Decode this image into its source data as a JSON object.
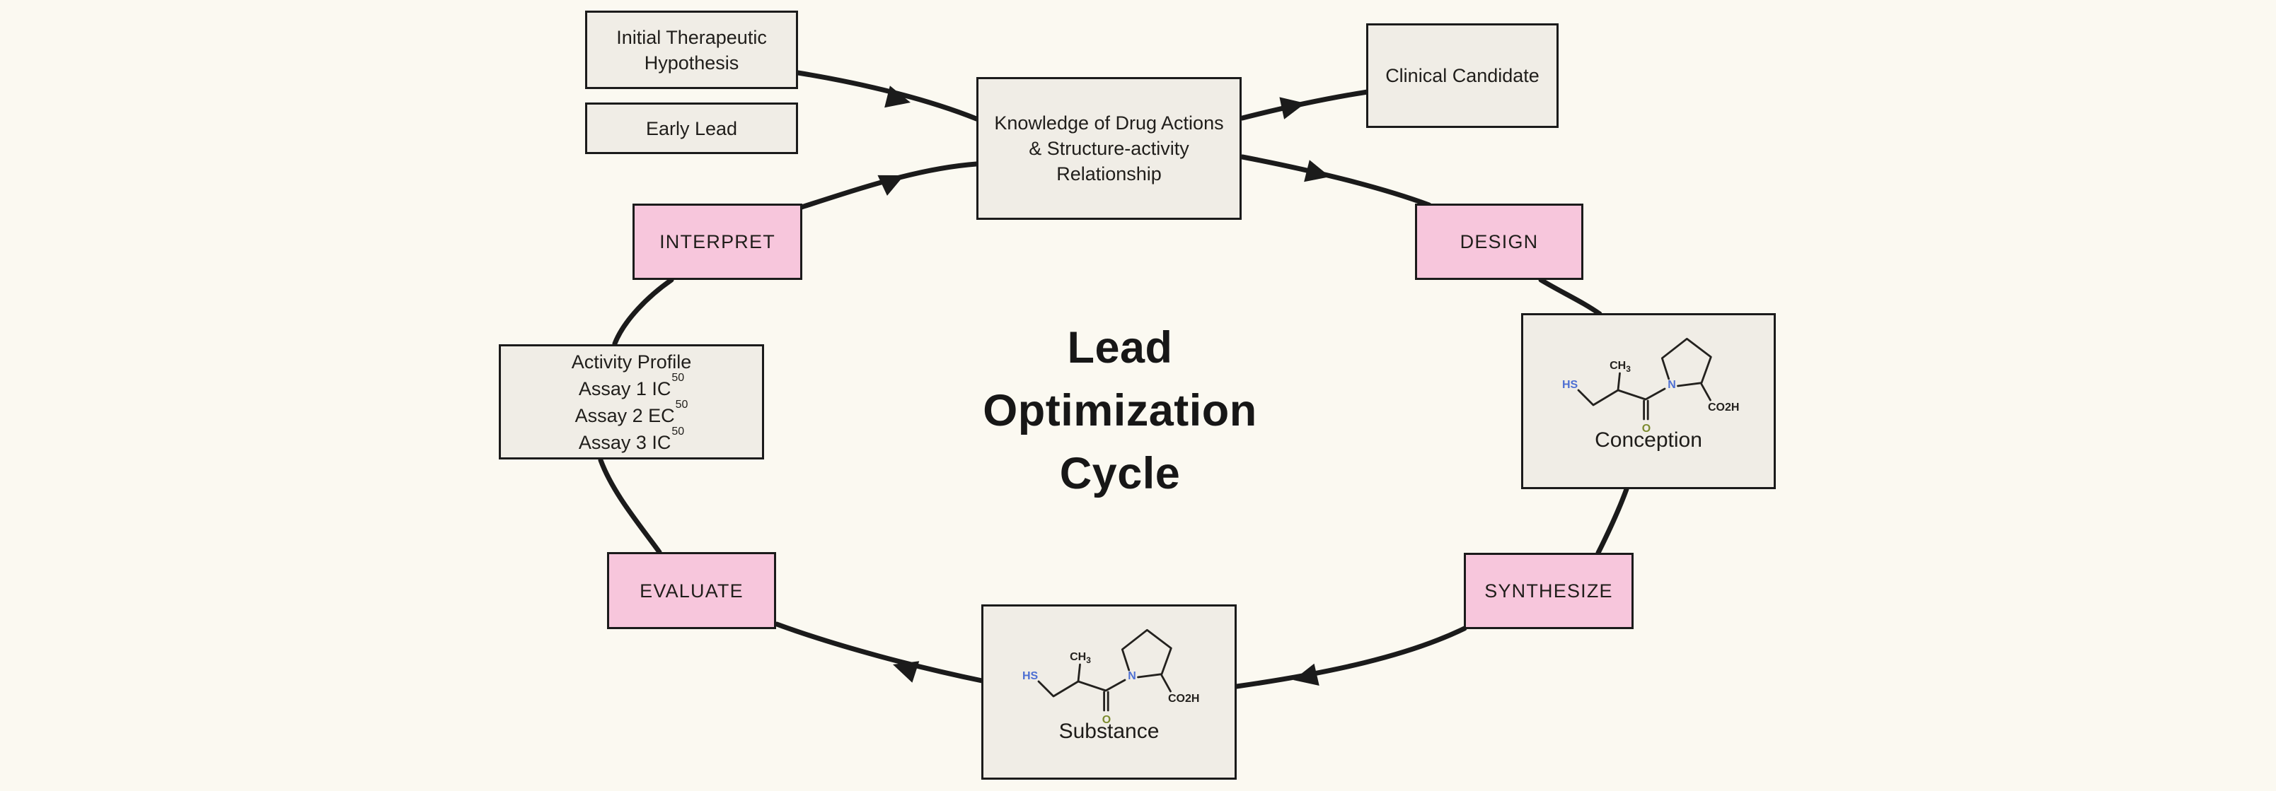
{
  "diagram": {
    "title": {
      "lines": [
        "Lead",
        "Optimization",
        "Cycle"
      ]
    },
    "nodes": {
      "initial_hypothesis": {
        "lines": [
          "Initial Therapeutic",
          "Hypothesis"
        ]
      },
      "early_lead": {
        "label": "Early Lead"
      },
      "knowledge": {
        "lines": [
          "Knowledge of Drug Actions",
          "& Structure-activity",
          "Relationship"
        ]
      },
      "clinical_candidate": {
        "label": "Clinical Candidate"
      },
      "conception": {
        "caption": "Conception"
      },
      "substance": {
        "caption": "Substance"
      }
    },
    "stages": {
      "interpret": "INTERPRET",
      "design": "DESIGN",
      "evaluate": "EVALUATE",
      "synthesize": "SYNTHESIZE"
    },
    "activity_profile": {
      "title": "Activity Profile",
      "assays": [
        {
          "base": "Assay 1 IC",
          "sup": "50"
        },
        {
          "base": "Assay 2 EC",
          "sup": "50"
        },
        {
          "base": "Assay 3 IC",
          "sup": "50"
        }
      ]
    },
    "molecule": {
      "hs": "HS",
      "ch": "CH",
      "ch_subscript": "3",
      "n": "N",
      "o": "O",
      "co2h": "CO2H"
    },
    "colors": {
      "background": "#FBF9F1",
      "node_fill": "#F0EDE6",
      "stage_fill": "#F7C6DC",
      "line": "#1B1B1B",
      "heteroatom_blue": "#4D6FD3",
      "oxygen_olive": "#7C8B2F"
    }
  }
}
